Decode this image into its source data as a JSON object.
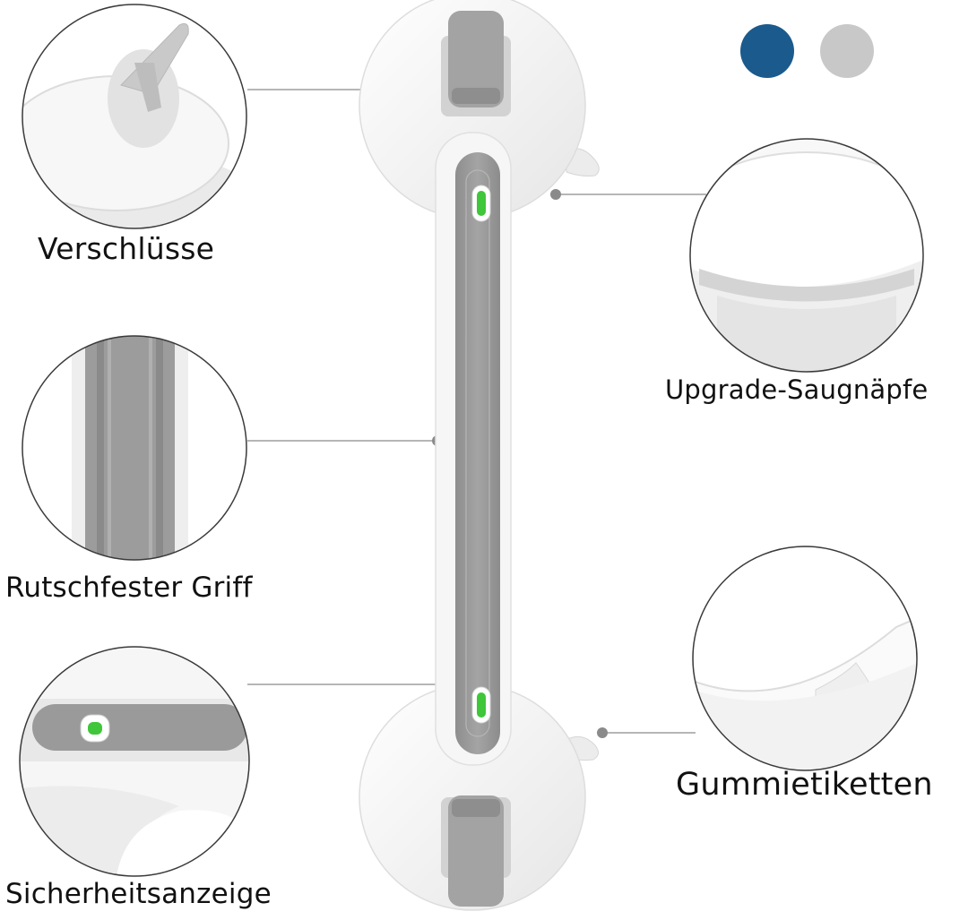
{
  "labels": {
    "locks": "Verschlüsse",
    "non_slip_grip": "Rutschfester Griff",
    "safety_indicator": "Sicherheitsanzeige",
    "suction_cups": "Upgrade-Saugnäpfe",
    "rubber_tabs": "Gummietiketten"
  },
  "color_options": [
    {
      "name": "blue-swatch",
      "color": "#1b5a8c"
    },
    {
      "name": "grey-swatch",
      "color": "#c8c8c8"
    }
  ],
  "colors": {
    "handle_white": "#f4f4f4",
    "grip_grey": "#9a9a9a",
    "indicator_green": "#3fc63a"
  }
}
